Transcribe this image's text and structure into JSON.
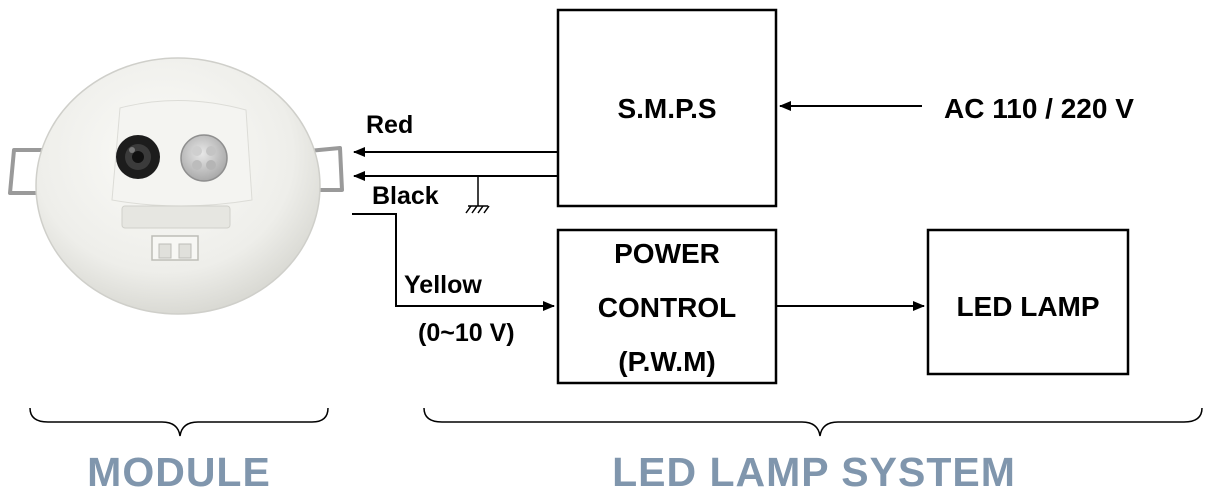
{
  "boxes": {
    "smps": "S.M.P.S",
    "power_control": [
      "POWER",
      "CONTROL",
      "(P.W.M)"
    ],
    "led_lamp": "LED LAMP"
  },
  "inputs": {
    "ac": "AC 110 / 220 V"
  },
  "wires": {
    "red": "Red",
    "black": "Black",
    "yellow": "Yellow",
    "yellow_range": "(0~10 V)"
  },
  "sections": {
    "module": "MODULE",
    "system": "LED LAMP SYSTEM"
  },
  "colors": {
    "line": "#000000",
    "section_label": "#8096ad",
    "module_body": "#eeeeea"
  }
}
